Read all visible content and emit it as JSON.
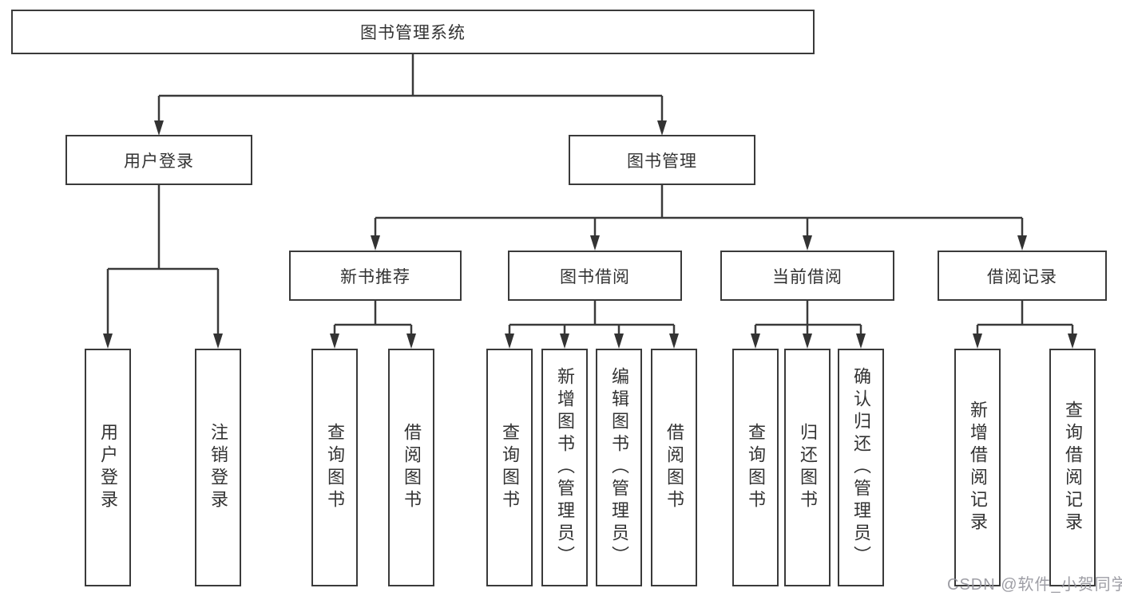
{
  "tree": {
    "root": "图书管理系统",
    "branches": [
      {
        "label": "用户登录",
        "children": [
          "用户登录",
          "注销登录"
        ]
      },
      {
        "label": "图书管理",
        "groups": [
          {
            "label": "新书推荐",
            "children": [
              "查询图书",
              "借阅图书"
            ]
          },
          {
            "label": "图书借阅",
            "children": [
              "查询图书",
              "新增图书（管理员）",
              "编辑图书（管理员）",
              "借阅图书"
            ]
          },
          {
            "label": "当前借阅",
            "children": [
              "查询图书",
              "归还图书",
              "确认归还（管理员）"
            ]
          },
          {
            "label": "借阅记录",
            "children": [
              "新增借阅记录",
              "查询借阅记录"
            ]
          }
        ]
      }
    ]
  },
  "watermark": "CSDN @软件_小贺同学",
  "colors": {
    "line": "#3a3a3a",
    "text": "#333333",
    "background": "#ffffff"
  }
}
